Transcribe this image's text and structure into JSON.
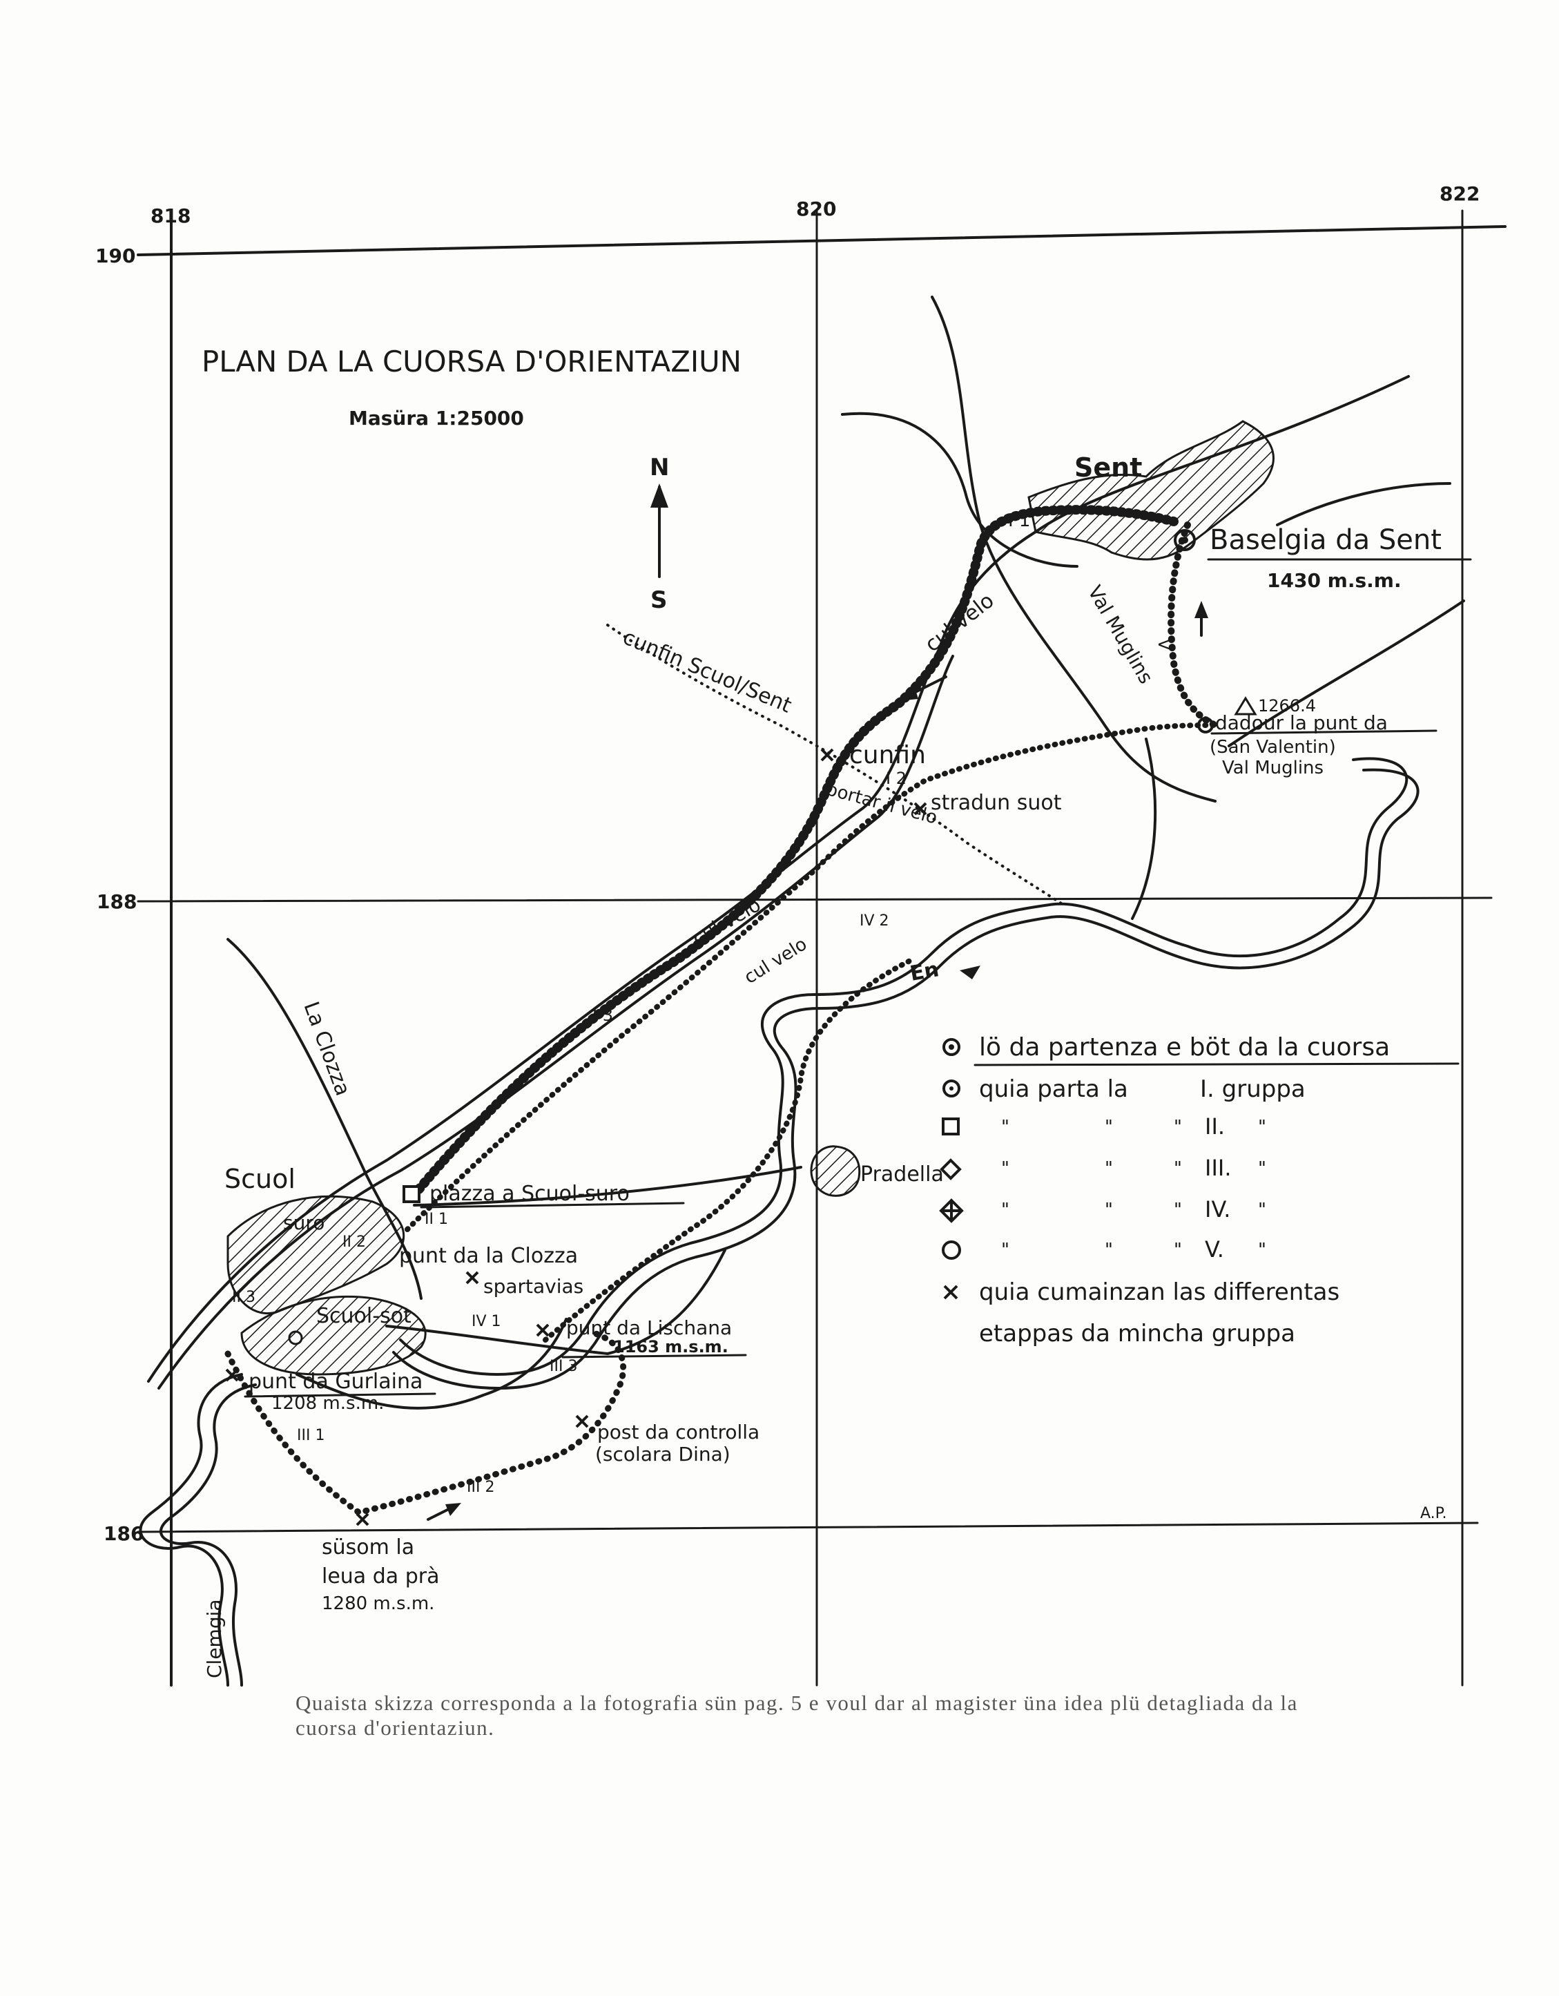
{
  "map": {
    "title": "PLAN DA LA CUORSA D'ORIENTAZIUN",
    "scale": "Masüra 1:25000",
    "north": "N",
    "south": "S",
    "grid": {
      "x_labels": [
        "818",
        "820",
        "822"
      ],
      "y_labels": [
        "190",
        "188",
        "186"
      ]
    },
    "initials": "A.P."
  },
  "places": {
    "sent": "Sent",
    "baselgia": "Baselgia da Sent",
    "baselgia_alt": "1430 m.s.m.",
    "val_muglins": "Val Muglins",
    "peak_alt": "1266.4",
    "dadour_1": "dadour la punt da",
    "dadour_2": "(San Valentin)",
    "dadour_3": "Val Muglins",
    "cunfin_border": "cunfin Scuol/Sent",
    "cunfin": "cunfin",
    "portar_velo": "portar il velo",
    "stradun": "stradun suot",
    "cul_velo_1": "cul velo",
    "cul_velo_2": "cul velo",
    "cul_velo_3": "cul velo",
    "en": "En",
    "la_clozza": "La Clozza",
    "scuol": "Scuol",
    "suro": "suro",
    "plazza": "plazza a Scuol-suro",
    "punt_clozza": "punt da la Clozza",
    "spartavias": "spartavias",
    "scuol_sot": "Scuol-sot",
    "punt_lischana": "punt da Lischana",
    "lischana_alt": "1163 m.s.m.",
    "punt_gurlaina": "punt da Gurlaina",
    "gurlaina_alt": "1208 m.s.m.",
    "post_controlla_1": "post da controlla",
    "post_controlla_2": "(scolara Dina)",
    "susom_1": "süsom la",
    "susom_2": "leua da prà",
    "susom_3": "1280 m.s.m.",
    "clemgia": "Clemgia",
    "pradella": "Pradella"
  },
  "stage_labels": {
    "i1": "I 1",
    "i2": "I 2",
    "i3": "I 3",
    "ii1": "II 1",
    "ii2": "II 2",
    "ii3": "II 3",
    "iii1": "III 1",
    "iii2": "III 2",
    "iii3": "III 3",
    "iv1": "IV 1",
    "iv2": "IV 2",
    "v": "V"
  },
  "legend": {
    "row1": "lö da partenza e böt da la cuorsa",
    "row2_text": "quia parta la",
    "row2_group": "I. gruppa",
    "ditto": "\"",
    "g2": "II.",
    "g3": "III.",
    "g4": "IV.",
    "g5": "V.",
    "row_x_1": "quia cumainzan las differentas",
    "row_x_2": "etappas da mincha gruppa"
  },
  "caption": "Quaista skizza corresponda a la fotografia sün pag. 5 e voul dar al magister üna idea plü detagliada da la cuorsa d'orientaziun."
}
